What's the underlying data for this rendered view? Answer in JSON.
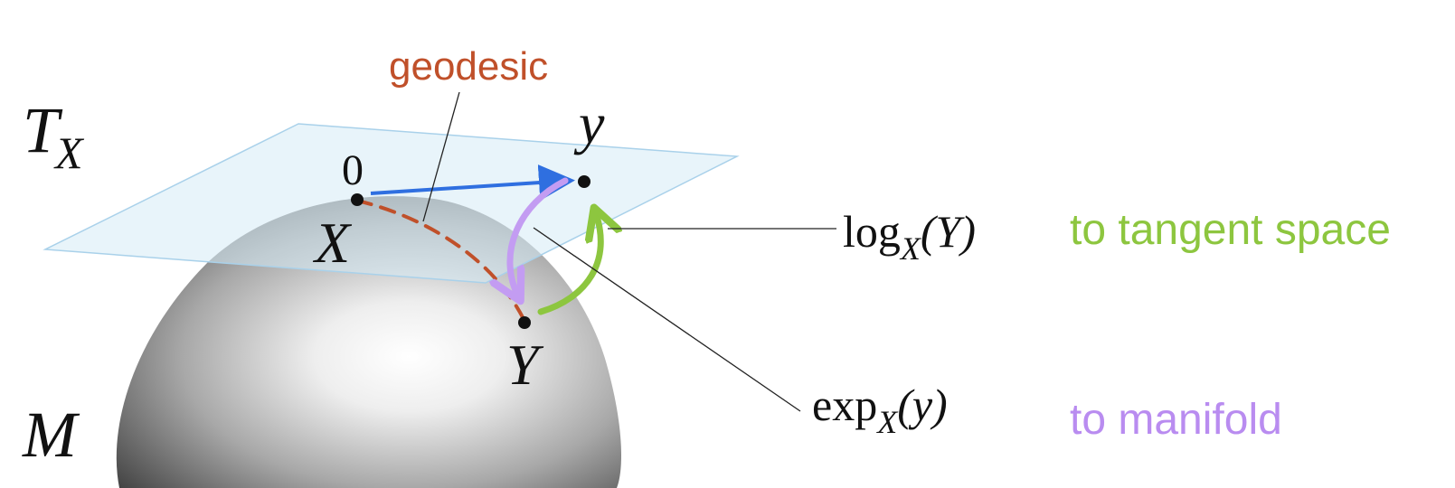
{
  "diagram": {
    "labels": {
      "tangent_space": "T",
      "tangent_space_sub": "X",
      "manifold": "M",
      "origin": "0",
      "point_X": "X",
      "point_Y": "Y",
      "point_y": "y",
      "geodesic": "geodesic"
    },
    "log_map": {
      "func": "log",
      "sub": "X",
      "arg": "(Y)",
      "caption": "to tangent space"
    },
    "exp_map": {
      "func": "exp",
      "sub": "X",
      "arg": "(y)",
      "caption": "to manifold"
    },
    "colors": {
      "geodesic": "#c0502a",
      "log_arrow": "#8dc63f",
      "exp_arrow": "#c39cf2",
      "tangent_vector": "#2f6fe0",
      "plane_fill": "#d6ebf6",
      "plane_stroke": "#a9d1ea",
      "log_caption": "#8dc63f",
      "exp_caption": "#b98cf0"
    }
  }
}
